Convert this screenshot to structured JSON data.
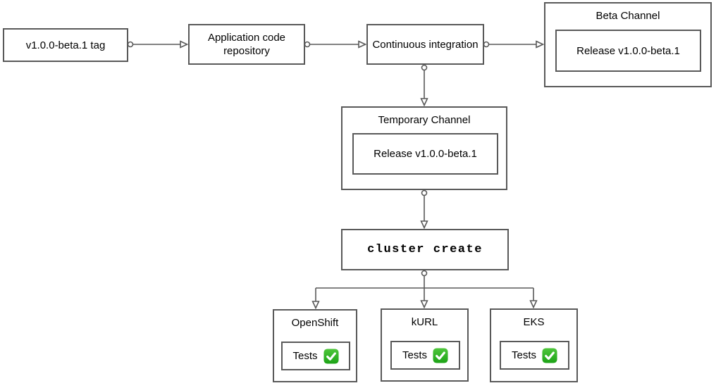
{
  "nodes": {
    "tag": {
      "label": "v1.0.0-beta.1 tag"
    },
    "repo": {
      "label": "Application code repository"
    },
    "ci": {
      "label": "Continuous integration"
    },
    "beta_channel": {
      "title": "Beta Channel",
      "release_label": "Release v1.0.0-beta.1"
    },
    "temporary_channel": {
      "title": "Temporary Channel",
      "release_label": "Release v1.0.0-beta.1"
    },
    "cluster_create": {
      "label": "cluster create"
    },
    "openshift": {
      "title": "OpenShift",
      "tests_label": "Tests"
    },
    "kurl": {
      "title": "kURL",
      "tests_label": "Tests"
    },
    "eks": {
      "title": "EKS",
      "tests_label": "Tests"
    }
  },
  "edges": [
    {
      "from": "tag",
      "to": "repo"
    },
    {
      "from": "repo",
      "to": "ci"
    },
    {
      "from": "ci",
      "to": "beta_channel"
    },
    {
      "from": "ci",
      "to": "temporary_channel"
    },
    {
      "from": "temporary_channel",
      "to": "cluster_create"
    },
    {
      "from": "cluster_create",
      "to": "openshift"
    },
    {
      "from": "cluster_create",
      "to": "kurl"
    },
    {
      "from": "cluster_create",
      "to": "eks"
    }
  ],
  "icons": {
    "tests_status": "check-passed-icon"
  },
  "colors": {
    "box_border": "#595959",
    "connector": "#595959",
    "text": "#000000",
    "canvas_background": "#ffffff",
    "check_green_top": "#4ec63b",
    "check_green_bottom": "#1ca317",
    "check_mark": "#ffffff"
  }
}
